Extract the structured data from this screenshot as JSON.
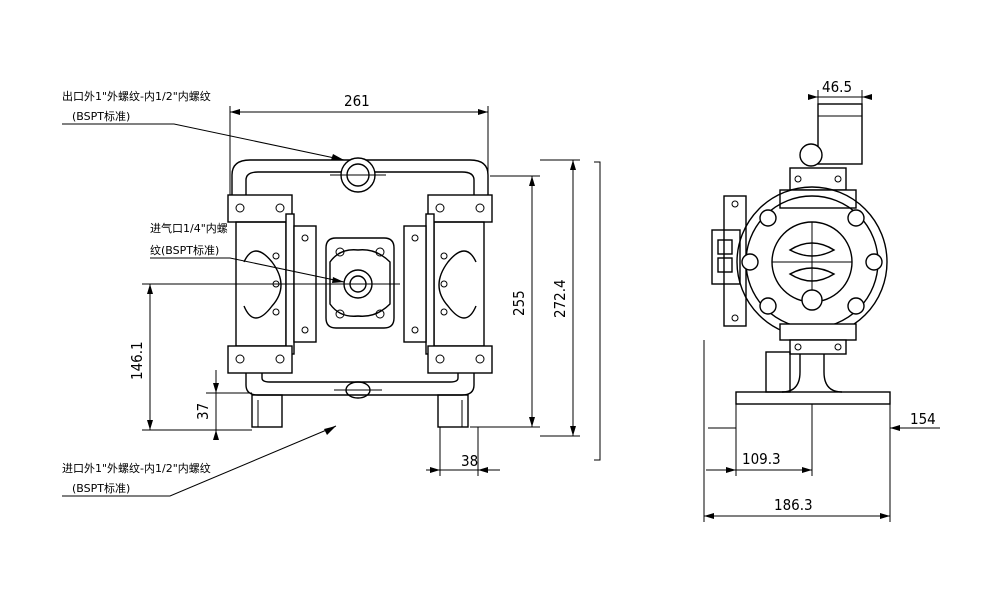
{
  "annotations": {
    "outlet_line1": "出口外1\"外螺纹-内1/2\"内螺纹",
    "outlet_line2": "(BSPT标准)",
    "air_inlet_line1": "进气口1/4\"内螺",
    "air_inlet_line2": "纹(BSPT标准)",
    "inlet_line1": "进口外1\"外螺纹-内1/2\"内螺纹",
    "inlet_line2": "(BSPT标准)"
  },
  "front_view_dimensions": {
    "width": "261",
    "height_inner": "255",
    "height_overall": "272.4",
    "center_height": "146.1",
    "inlet_height": "37",
    "inlet_offset": "38"
  },
  "side_view_dimensions": {
    "top_width": "46.5",
    "right_offset": "154",
    "mid_width": "109.3",
    "base_width": "186.3"
  }
}
